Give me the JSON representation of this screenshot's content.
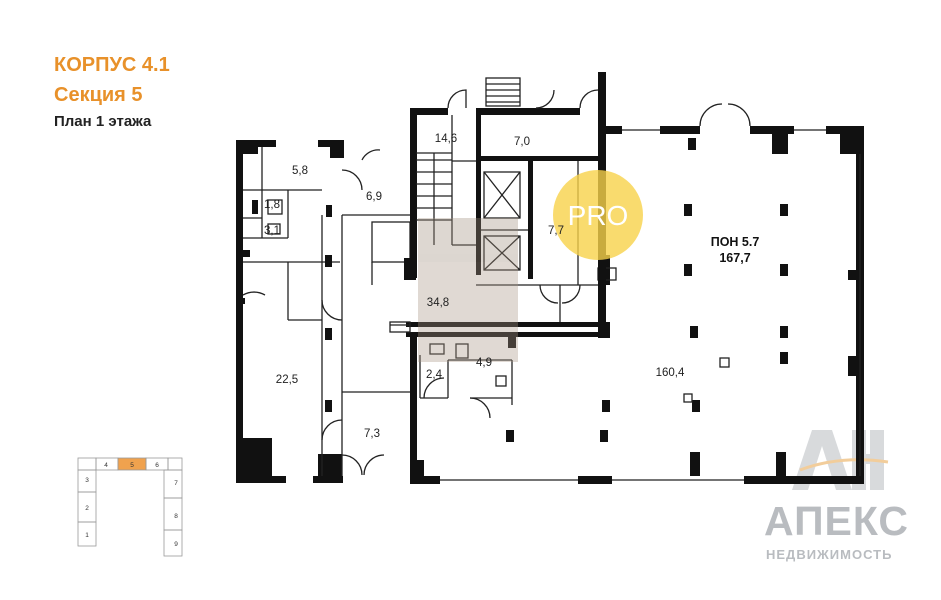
{
  "header": {
    "building": "КОРПУС 4.1",
    "section": "Секция 5",
    "floor_plan": "План 1 этажа"
  },
  "badge": {
    "label": "PRO",
    "color": "#f7d24a"
  },
  "rooms": {
    "r_5_8": "5,8",
    "r_1_8": "1,8",
    "r_3_1": "3,1",
    "r_6_9": "6,9",
    "r_14_6": "14,6",
    "r_7_0": "7,0",
    "r_7_7": "7,7",
    "r_34_8": "34,8",
    "r_22_5": "22,5",
    "r_2_4": "2,4",
    "r_4_9": "4,9",
    "r_7_3": "7,3",
    "r_160_4": "160,4",
    "unit_name": "ПОН 5.7",
    "unit_area": "167,7"
  },
  "minimap": {
    "highlight": "5",
    "highlight_color": "#f0a24e",
    "sections": [
      "1",
      "2",
      "3",
      "4",
      "5",
      "6",
      "7",
      "8",
      "9"
    ]
  },
  "brand": {
    "mark": "АН",
    "name": "АПЕКС",
    "tagline": "НЕДВИЖИМОСТЬ",
    "color": "#b9bcc0"
  }
}
